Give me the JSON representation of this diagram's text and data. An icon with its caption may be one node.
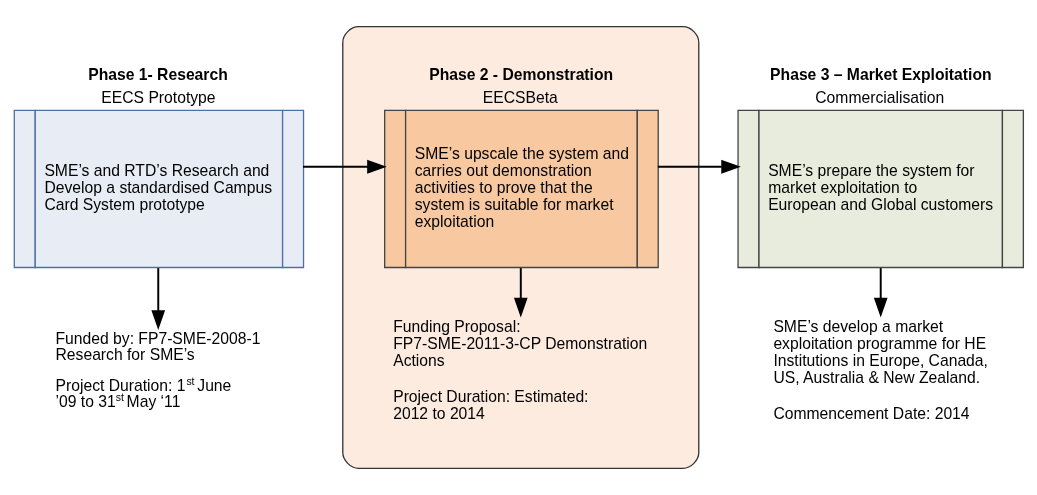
{
  "diagram": {
    "nodes": [
      {
        "text": [
          "Phase 1- Research",
          "EECS Prototype",
          "SME’s and RTD’s Research and Develop a standardised Campus Card System prototype"
        ]
      },
      {
        "text": [
          "Funded by: FP7-SME-2008-1 Research for SME’s",
          "Project Duration: 1$^{st}$ June ’09 to 31$^{st}$ May ‘11"
        ]
      },
      {
        "text": [],
        "shape": "ellipse"
      },
      {
        "text": [
          "Phase 2 - Demonstration",
          "EECSBeta",
          "SME’s upscale the system and carries out demonstration activities to prove that the system is suitable for market exploitation"
        ],
        "in": 2
      },
      {
        "text": [
          "Funding Proposal: FP7-SME-2011-3-CP Demonstration Actions",
          "Project Duration: Estimated: 2012 to 2014"
        ],
        "in": 2
      },
      {
        "text": [
          "Phase 3 – Market Exploitation",
          "Commercialisation",
          "SME’s prepare the system for market exploitation to European and Global customers"
        ]
      },
      {
        "text": [
          "SME’s develop a market exploitation programme for HE Institutions in Europe, Canada, US, Australia & New Zealand.",
          "Commencement Date: 2014"
        ]
      }
    ],
    "edges": [
      {
        "from": 0,
        "to": 3,
        "arrow": "to"
      },
      {
        "from": 3,
        "to": 5,
        "arrow": "to"
      },
      {
        "from": 0,
        "to": 1,
        "arrow": "to"
      },
      {
        "from": 3,
        "to": 4,
        "arrow": "to"
      },
      {
        "from": 5,
        "to": 6,
        "arrow": "to"
      }
    ]
  }
}
